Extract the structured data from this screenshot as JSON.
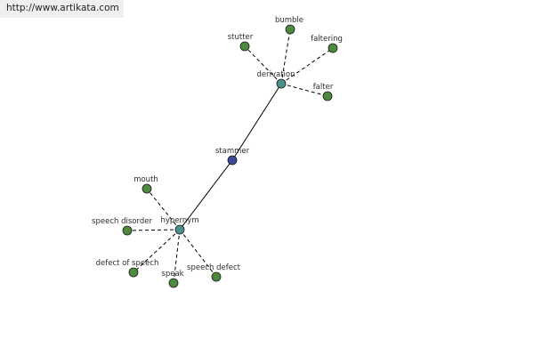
{
  "header": {
    "url_text": "http://www.artikata.com"
  },
  "colors": {
    "center_node": "#3b4a99",
    "hub_node": "#4d8f8a",
    "leaf_node": "#4e8a3e",
    "edge": "#000000"
  },
  "graph": {
    "center": {
      "id": "stammer",
      "label": "stammer"
    },
    "hubs": [
      {
        "id": "derivation",
        "label": "derivation"
      },
      {
        "id": "hypernym",
        "label": "hypernym"
      }
    ],
    "leaves": [
      {
        "id": "stutter",
        "label": "stutter",
        "hub": "derivation"
      },
      {
        "id": "bumble",
        "label": "bumble",
        "hub": "derivation"
      },
      {
        "id": "faltering",
        "label": "faltering",
        "hub": "derivation"
      },
      {
        "id": "falter",
        "label": "falter",
        "hub": "derivation"
      },
      {
        "id": "mouth",
        "label": "mouth",
        "hub": "hypernym"
      },
      {
        "id": "speech-disorder",
        "label": "speech disorder",
        "hub": "hypernym"
      },
      {
        "id": "defect-of-speech",
        "label": "defect of speech",
        "hub": "hypernym"
      },
      {
        "id": "speak",
        "label": "speak",
        "hub": "hypernym"
      },
      {
        "id": "speech-defect",
        "label": "speech defect",
        "hub": "hypernym"
      }
    ]
  }
}
